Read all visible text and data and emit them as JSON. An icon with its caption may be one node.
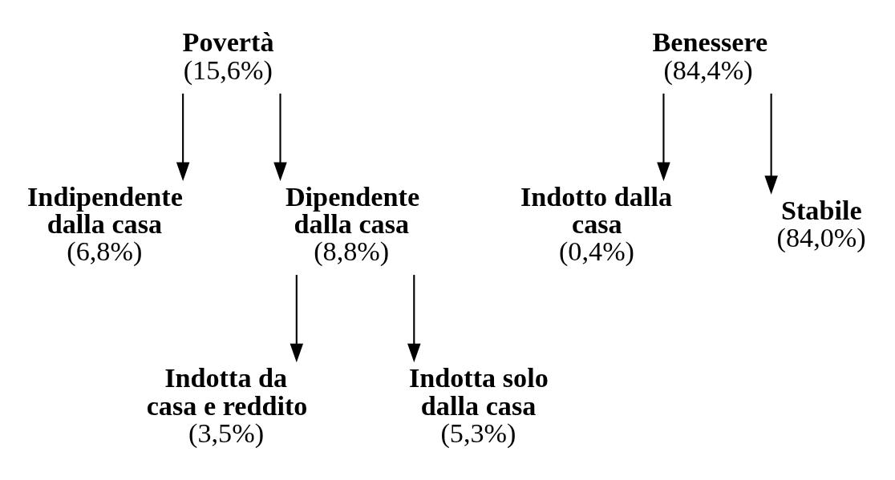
{
  "diagram": {
    "nodes": [
      {
        "text": [
          "Povertà",
          "(15,6%)"
        ]
      },
      {
        "text": [
          "Indipendente dalla casa",
          "(6,8%)"
        ]
      },
      {
        "text": [
          "Dipendente dalla casa",
          "(8,8%)"
        ]
      },
      {
        "text": [
          "Indotta da casa e reddito",
          "(3,5%)"
        ]
      },
      {
        "text": [
          "Indotta solo dalla casa",
          "(5,3%)"
        ]
      },
      {
        "text": [
          "Benessere",
          "(84,4%)"
        ]
      },
      {
        "text": [
          "Indotto dalla casa",
          "(0,4%)"
        ]
      },
      {
        "text": [
          "Stabile",
          "(84,0%)"
        ]
      }
    ],
    "edges": [
      {
        "from": 0,
        "to": 1,
        "arrow": "to"
      },
      {
        "from": 0,
        "to": 2,
        "arrow": "to"
      },
      {
        "from": 2,
        "to": 3,
        "arrow": "to"
      },
      {
        "from": 2,
        "to": 4,
        "arrow": "to"
      },
      {
        "from": 5,
        "to": 6,
        "arrow": "to"
      },
      {
        "from": 5,
        "to": 7,
        "arrow": "to"
      }
    ]
  }
}
